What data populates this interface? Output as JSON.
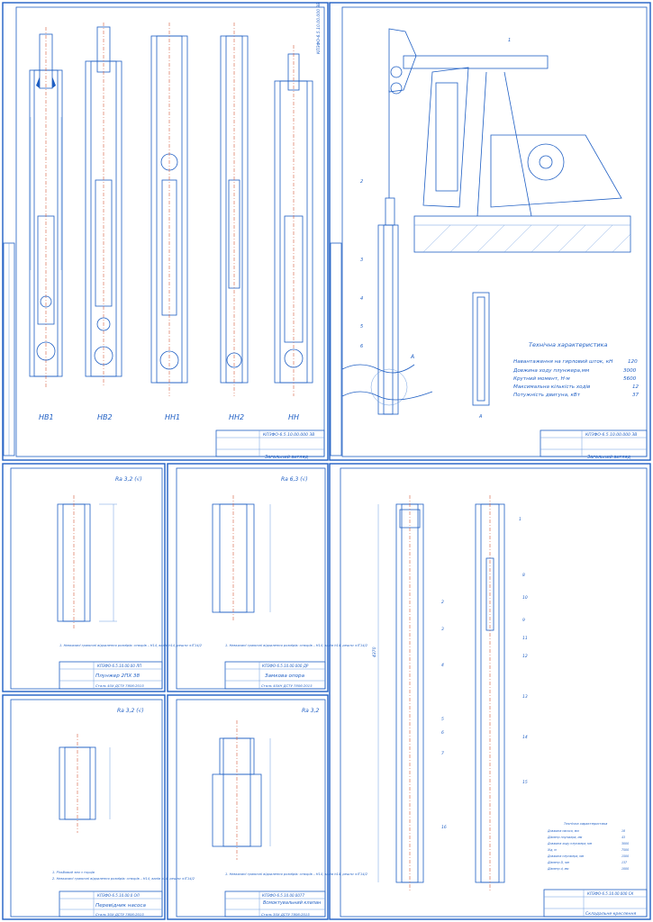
{
  "sheet1": {
    "pump_labels": [
      "НВ1",
      "НВ2",
      "НН1",
      "НН2",
      "НН"
    ],
    "stamp_code": "КПЗФО-6.5.10.00.000 ЗВ",
    "stamp_title": "Загальний вигляд",
    "side_code": "КПЗФО-6.5.10.00.000 ЗВ"
  },
  "sheet2": {
    "spec_title": "Технічна характеристика",
    "specs": [
      {
        "label": "Навантаження на гирловий шток, кН",
        "value": "120"
      },
      {
        "label": "Довжина ходу плунжера,мм",
        "value": "3000"
      },
      {
        "label": "Крутний момент, Н·м",
        "value": "5600"
      },
      {
        "label": "Максимальна кількість ходів",
        "value": "12"
      },
      {
        "label": "Потужність двигуна, кВт",
        "value": "37"
      }
    ],
    "callout_a": "А",
    "detail_label": "А",
    "parts": [
      "1",
      "2",
      "3",
      "4",
      "5",
      "6"
    ],
    "stamp_code": "КПЗФО-6.5.10.00.000 ЗВ",
    "stamp_title": "Загальний вигляд"
  },
  "sheet3": {
    "roughness": "Ra 3,2 (√)",
    "title": "Плунжер 2ПХ 38",
    "material": "Сталь 40Х ДСТУ 7806:2015",
    "stamp_code": "КПЗФО-6.5.10.00.00 ЛП",
    "note": "1. Невказані граничні відхилення розмірів: отворів – Н14, валів h14, решти ±IT14/2"
  },
  "sheet4": {
    "roughness": "Ra 6,3 (√)",
    "title": "Замкова опора",
    "material": "Сталь 40ХН ДСТУ 7806:2015",
    "stamp_code": "КПЗФО-6.5.10.00.000 ДР",
    "note": "1. Невказані граничні відхилення розмірів: отворів – Н14, валів h14, решти ±IT14/2"
  },
  "sheet5": {
    "roughness": "Ra 3,2 (√)",
    "title": "Перевідник насоса",
    "material": "Сталь 30Х ДСТУ 7806:2015",
    "stamp_code": "КПЗФО-6.5.10.00.0 ОЛ",
    "note1": "1. Різьбовий зєм з торців",
    "note2": "2. Невказані граничні відхилення розмірів: отворів – Н14, валів h14, решти ±IT14/2"
  },
  "sheet6": {
    "roughness": "Ra 3,2",
    "title": "Всмоктувальний клапан",
    "material": "Сталь 30Х ДСТУ 7806:2015",
    "stamp_code": "КПЗФО-6.5.10.00.0077",
    "note": "1. Невказані граничні відхилення розмірів: отворів – Н14, валів h14, решти ±IT14/2"
  },
  "sheet7": {
    "table_title": "Технічна характеристика",
    "table_rows": [
      {
        "label": "Довжина насоса, мм",
        "value": "18"
      },
      {
        "label": "Діаметр плунжера, мм",
        "value": "43"
      },
      {
        "label": "Довжина ходу плунжера, мм",
        "value": "3000"
      },
      {
        "label": "Хід, м",
        "value": "7500"
      },
      {
        "label": "Довжина плунжера, мм",
        "value": "1500"
      },
      {
        "label": "Діаметр D, мм",
        "value": "137"
      },
      {
        "label": "Діаметр d, мм",
        "value": "1000"
      }
    ],
    "parts": [
      "1",
      "2",
      "3",
      "4",
      "5",
      "6",
      "7",
      "8",
      "9",
      "10",
      "11",
      "12",
      "13",
      "14",
      "15",
      "16"
    ],
    "stamp_code": "КПЗФО-6.5.10.00.000 СК",
    "stamp_title": "Складальне креслення",
    "dim_height": "4370"
  }
}
